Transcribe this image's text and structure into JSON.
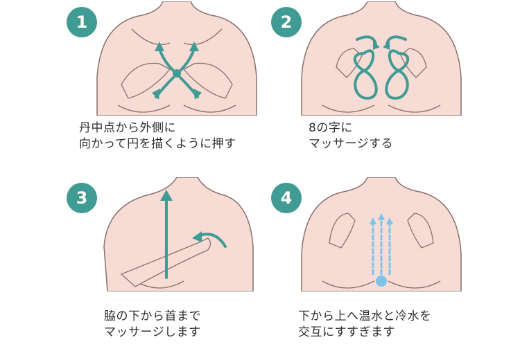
{
  "steps": [
    {
      "number": "1",
      "caption_lines": [
        "丹中点から外側に",
        "向かって円を描くように押す"
      ]
    },
    {
      "number": "2",
      "caption_lines": [
        "8の字に",
        "マッサージする"
      ]
    },
    {
      "number": "3",
      "caption_lines": [
        "脇の下から首まで",
        "マッサージします"
      ]
    },
    {
      "number": "4",
      "caption_lines": [
        "下から上へ温水と冷水を",
        "交互にすすぎます"
      ]
    }
  ],
  "colors": {
    "accent": "#3f9b93",
    "skin": "#f7dcd6",
    "outline": "#8a6f6a",
    "water": "#7fc4e8"
  }
}
